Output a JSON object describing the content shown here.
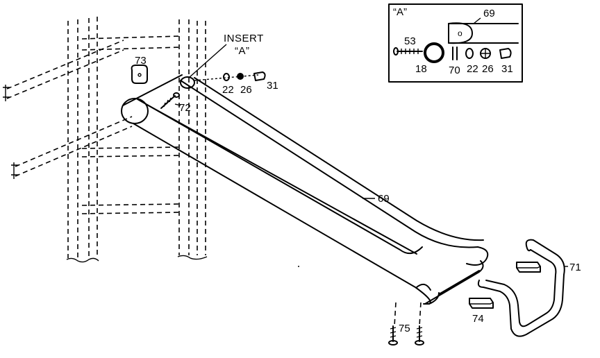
{
  "insert_label": {
    "line1": "INSERT",
    "line2": "“A”"
  },
  "inset": {
    "title": "“A”"
  },
  "parts": {
    "p18": "18",
    "p22": "22",
    "p26": "26",
    "p31": "31",
    "p53": "53",
    "p69": "69",
    "p70": "70",
    "p71": "71",
    "p72": "72",
    "p73": "73",
    "p74": "74",
    "p75": "75"
  }
}
